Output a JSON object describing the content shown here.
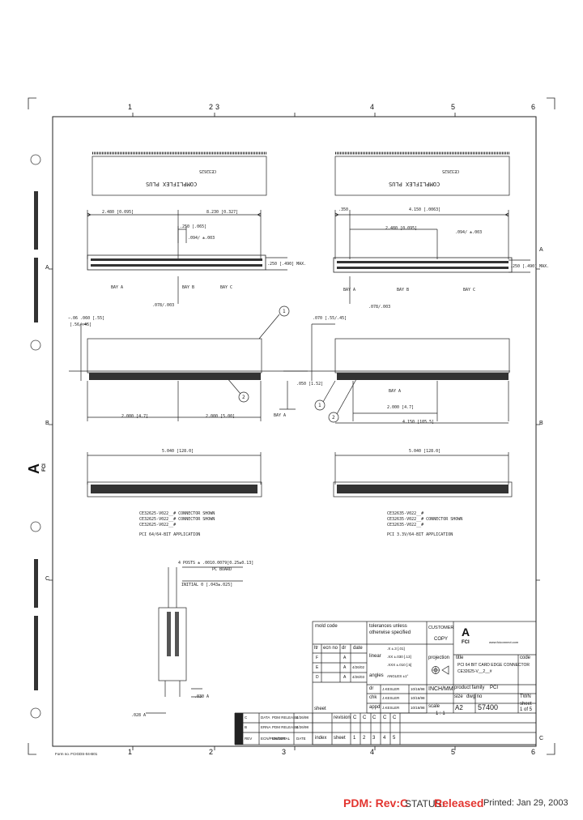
{
  "zones": {
    "top": [
      "1",
      "2",
      "3",
      "4",
      "5",
      "6"
    ],
    "bottom": [
      "1",
      "2",
      "3",
      "4",
      "5",
      "6"
    ],
    "left": [
      "A",
      "B",
      "C"
    ],
    "right": [
      "A",
      "B",
      "C"
    ]
  },
  "front_views": {
    "left": {
      "part_no": "CE32625",
      "brand": "COMPLIFLEX PLUS",
      "dim_overall": "8.230 [0.327]",
      "dim_bay_a": "2.480 [0.095]",
      "dim_b": ".250 [.065]",
      "dim_c": ".094/ ±.003",
      "dim_height": ".250 [.490] MAX.",
      "bay_labels": [
        "BAY A",
        "BAY B",
        "BAY C"
      ],
      "dim_bottom": ".078/.003"
    },
    "right": {
      "part_no": "CE32625",
      "brand": "COMPLIFLEX PLUS",
      "dim_overall": "4.150 [.0063]",
      "dim_bay_a": "2.480 [0.095]",
      "dim_left": ".350",
      "dim_c": ".094/ ±.003",
      "dim_height": ".250 [.490] MAX.",
      "bay_labels": [
        "BAY A",
        "BAY B",
        "BAY C"
      ],
      "dim_bottom": ".078/.003"
    }
  },
  "side_views": {
    "left": {
      "dim_top": "−.06 .060 [.55]",
      "dim_top2": "[.56/.45]",
      "dim_left_span": "2.000 [4.7]",
      "dim_right_span": "2.000 [5.00]",
      "callouts": [
        "1",
        "2"
      ],
      "bay_label": "BAY A"
    },
    "right": {
      "dim_top": ".070 [.55/.45]",
      "dim_mid": ".050 [1.52]",
      "dim_span1": "2.000 [4.7]",
      "dim_span2": "4.150 [105.5]",
      "callouts": [
        "1",
        "2"
      ],
      "bay_label": "BAY A"
    }
  },
  "bottom_views": {
    "left": {
      "dim_overall": "5.040 [128.0]",
      "notes": [
        "CE32625-V022__# CONNECTOR SHOWN",
        "CE32625-V022__# CONNECTOR SHOWN",
        "CE32625-V022__#"
      ],
      "application": "PCI 64/64-BIT APPLICATION"
    },
    "right": {
      "dim_overall": "5.040 [128.0]",
      "notes": [
        "CE32635-V022__#",
        "CE32635-V022__# CONNECTOR SHOWN",
        "CE32635-V022__#"
      ],
      "application": "PCI 3.3V/64-BIT APPLICATION"
    }
  },
  "detail_view": {
    "notes": [
      "4 POSTS ± .0010.0079[0.25±0.13]",
      "PC BOARD",
      "INITIAL 0 [.043±.025]"
    ],
    "dim_side": ".030 A",
    "dim_bottom": ".028 A"
  },
  "left_margin": {
    "brand_letter": "A",
    "brand_sub": "FCI"
  },
  "title_block": {
    "mold_code_label": "mold code",
    "tolerances": [
      "tolerances unless",
      "otherwise specified"
    ],
    "customer": [
      "CUSTOMER",
      "COPY"
    ],
    "company_letter": "A",
    "company_sub": "FCI",
    "web": "www.fciconnect.com",
    "rev_headers": [
      "ltr",
      "ecn no",
      "dr",
      "date"
    ],
    "rev_rows": [
      [
        "F",
        "",
        "A",
        ""
      ],
      [
        "E",
        "",
        "A",
        "4/26/02"
      ],
      [
        "D",
        "",
        "A",
        "4/26/03"
      ]
    ],
    "linear_label": "linear",
    "linear_values": [
      ".X ±.3 [.01]",
      ".XX ±.030 [.13]",
      ".XXX ±.010 [.5]"
    ],
    "angles_label": "angles",
    "angles_value": "ANGLES ±1°",
    "projection_label": "projection",
    "title_label": "title",
    "title_lines": [
      "PCI 64 BIT CARD EDGE CONNECTOR",
      "CE32625-V__2__#"
    ],
    "units": "INCH/MM",
    "product_family_label": "product family",
    "product_family": "PCI",
    "code_label": "code",
    "code_value": "TWN",
    "size_label": "size",
    "size_value": "A2",
    "dwg_label": "dwg no",
    "dwg_no": "57400",
    "sheet_label": "sheet",
    "sheet_value": "1 of 5",
    "scale_label": "scale",
    "scale_value": "1 : 1",
    "sig_rows": [
      [
        "dr",
        "J.KESLER",
        "10/16/98"
      ],
      [
        "chk",
        "J.KESLER",
        "10/16/98"
      ],
      [
        "appd",
        "J.KESLER",
        "10/16/98"
      ]
    ],
    "sheet_row_label": "sheet",
    "revision_row_label": "revision",
    "rev_letters": [
      "C",
      "C",
      "C",
      "C",
      "C"
    ],
    "sheet_numbers": [
      "1",
      "2",
      "3",
      "4",
      "5"
    ],
    "index_label": "index",
    "lower_rows": [
      [
        "C",
        "DATA",
        "PDM RELEASE",
        "4/26/98"
      ],
      [
        "B",
        "ERNA",
        "PDM RELEASE",
        "4/26/98"
      ],
      [
        "REV",
        "ECN/PCN/DDT",
        "MATERIAL",
        "DATE"
      ]
    ]
  },
  "form_no": "Form no. FCIGDS-04-B01",
  "footer": {
    "pdm": "PDM: Rev:C",
    "status_label": "STATUS:",
    "status_value": "Released",
    "printed": "Printed: Jan 29, 2003"
  }
}
